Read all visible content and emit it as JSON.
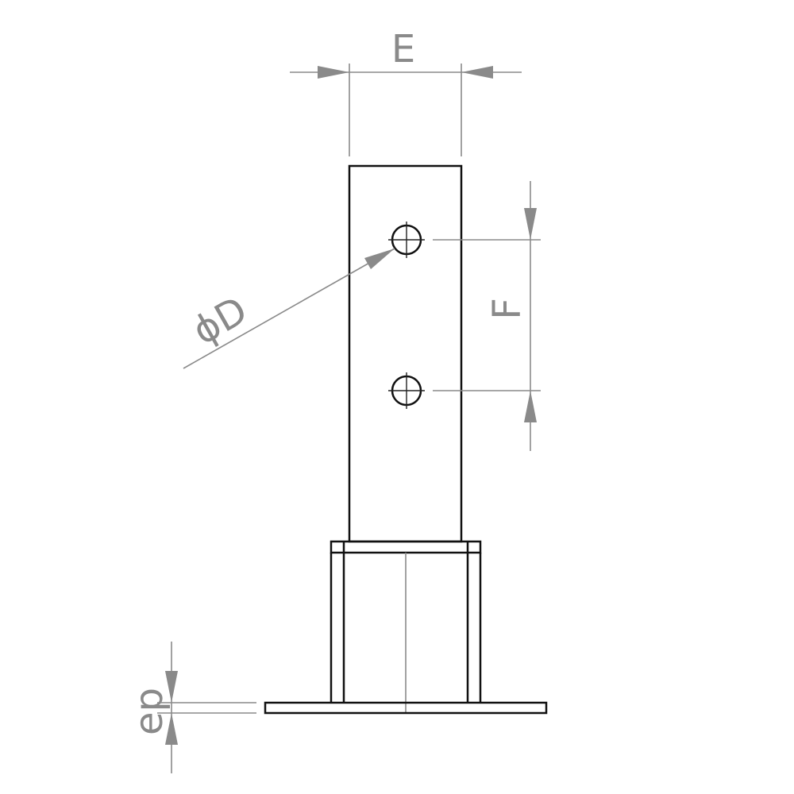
{
  "labels": {
    "width": "E",
    "hole_diameter": "ϕD",
    "hole_spacing": "F",
    "plate_thickness": "ep"
  },
  "colors": {
    "object_line": "#111111",
    "dimension_line": "#8a8a8a",
    "background": "#ffffff"
  }
}
